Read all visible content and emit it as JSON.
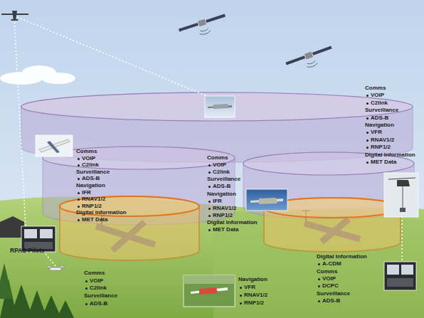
{
  "diagram": {
    "labels": [
      "Comms",
      "VOIP",
      "C2link",
      "Surveillance",
      "ADS-B",
      "Navigation",
      "VFR",
      "RNAV1/2",
      "RNP1/2",
      "Digital Information",
      "MET Data",
      "Comms",
      "VOIP",
      "C2link",
      "Surveillance",
      "ADS-B",
      "Navigation",
      "IFR",
      "RNAV1/2",
      "RNP1/2",
      "Digital Information",
      "MET Data",
      "Comms",
      "VOIP",
      "C2link",
      "Surveillance",
      "ADS-B",
      "Navigation",
      "IFR",
      "RNAV1/2",
      "RNP1/2",
      "Digital Information",
      "MET Data",
      "Digital Information",
      "A-CDM",
      "Comms",
      "VOIP",
      "DCPC",
      "Surveillance",
      "ADS-B",
      "Comms",
      "VOIP",
      "C2link",
      "Surveillance",
      "ADS-B",
      "Navigation",
      "VFR",
      "RNAV1/2",
      "RNP1/2",
      "RPAS Pilots"
    ]
  }
}
